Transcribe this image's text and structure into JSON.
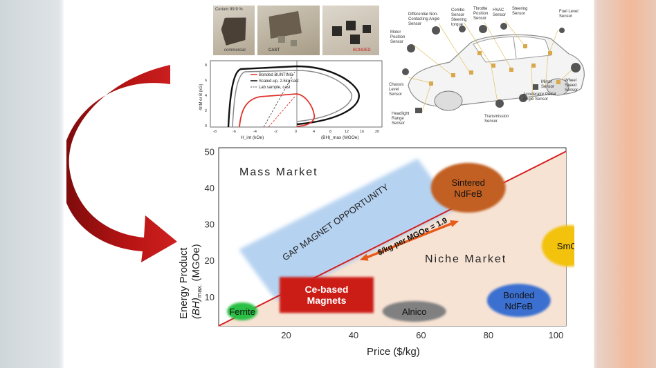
{
  "photos": {
    "cerium_label": "Cerium 99.9 %",
    "commercial_label": "commercial",
    "cast_label": "CAST",
    "bonded_label": "BONDED"
  },
  "hysteresis": {
    "y_label": "4πM or B (kG)",
    "x_label_left": "H_int (kOe)",
    "x_label_right": "(BH)_max (MGOe)",
    "legend": [
      "Bonded BUNTING",
      "Scaled-up, 2.5kg cast",
      "Lab sample, cast"
    ],
    "x_ticks_left": [
      "-8",
      "-6",
      "-4",
      "-2",
      "0"
    ],
    "x_ticks_right": [
      "4",
      "8",
      "12",
      "16",
      "20"
    ],
    "y_ticks": [
      "0",
      "2",
      "4",
      "6",
      "8"
    ],
    "series_colors": {
      "bonded": "#e0322b",
      "scaled": "#111111",
      "lab": "#888888"
    }
  },
  "car": {
    "sensors": [
      "Combo Sensor Steering torque",
      "Throttle Position Sensor",
      "HVAC Sensor",
      "Steering Sensor",
      "Fuel Level Sensor",
      "Differential Non-Contacting Angle Sensor",
      "Motor Position Sensor",
      "Chassis Level Sensor",
      "Wheel Speed Sensor",
      "Mirror Sensor",
      "Accelerator Pedal Angle Sensor",
      "Transmission Sensor",
      "Headlight Range Sensor"
    ]
  },
  "chart_data": {
    "type": "scatter",
    "xlabel": "Price ($/kg)",
    "ylabel": "Energy Product (BH)max. (MGOe)",
    "xlim": [
      0,
      103
    ],
    "ylim": [
      2,
      51
    ],
    "x_ticks": [
      20,
      40,
      60,
      80,
      100
    ],
    "y_ticks": [
      10,
      20,
      30,
      40,
      50
    ],
    "trend_line": {
      "x": [
        0,
        103
      ],
      "y": [
        2,
        50
      ],
      "color": "#d42020"
    },
    "slope_label": "$/kg per MGOe = 1.9",
    "regions": [
      {
        "name": "Mass Market"
      },
      {
        "name": "Niche Market"
      },
      {
        "name": "GAP MAGNET OPPORTUNITY"
      }
    ],
    "points": [
      {
        "label": "Ferrite",
        "x": 7,
        "y": 6,
        "color": "#2bbf45"
      },
      {
        "label": "Ce-based Magnets",
        "x": 32,
        "y": 10.5,
        "color": "#cc1a14"
      },
      {
        "label": "Alnico",
        "x": 58,
        "y": 6,
        "color": "#808080"
      },
      {
        "label": "Bonded NdFeB",
        "x": 89,
        "y": 9,
        "color": "#3a6fd0"
      },
      {
        "label": "Sintered NdFeB",
        "x": 74,
        "y": 40,
        "color": "#c25f20"
      },
      {
        "label": "SmCo",
        "x": 104,
        "y": 24,
        "color": "#f2c20c"
      }
    ]
  }
}
